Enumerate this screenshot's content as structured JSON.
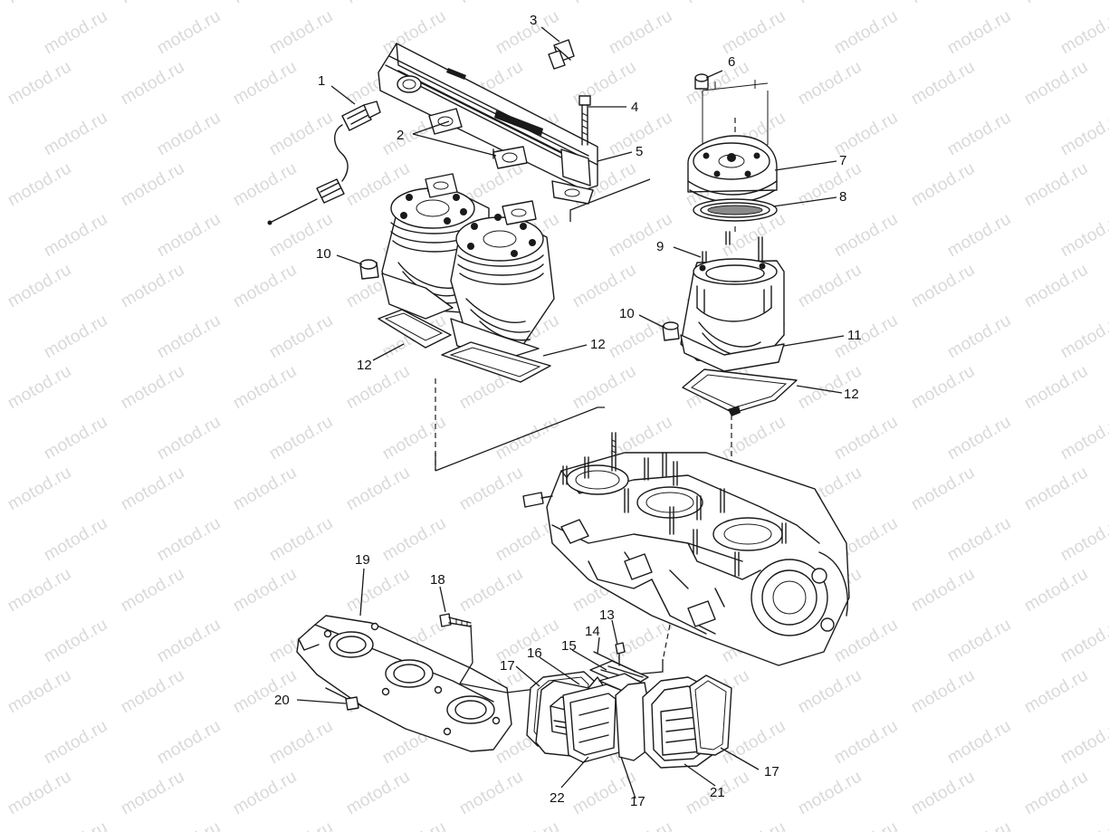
{
  "watermark": {
    "text": "motod.ru"
  },
  "diagram": {
    "callouts": {
      "c1": "1",
      "c2": "2",
      "c3": "3",
      "c4": "4",
      "c5": "5",
      "c6": "6",
      "c7": "7",
      "c8": "8",
      "c9": "9",
      "c10a": "10",
      "c10b": "10",
      "c11": "11",
      "c12a": "12",
      "c12b": "12",
      "c12c": "12",
      "c13": "13",
      "c14": "14",
      "c15": "15",
      "c16": "16",
      "c17a": "17",
      "c17b": "17",
      "c17c": "17",
      "c18": "18",
      "c19": "19",
      "c20": "20",
      "c21": "21",
      "c22": "22"
    },
    "parts": [
      "sensor",
      "gasket",
      "fitting",
      "bolt",
      "water-manifold",
      "nut",
      "cylinder-head",
      "head-o-ring",
      "stud",
      "cap-nut",
      "cylinder",
      "base-gasket",
      "screw",
      "reed-stop",
      "reed-petal",
      "reed-block",
      "intake-gasket",
      "bolt",
      "intake-manifold",
      "nut",
      "reed-valve-assembly",
      "reed-cage"
    ]
  },
  "colors": {
    "line": "#1a1a1a",
    "watermark": "#d9d9d9",
    "background": "#ffffff"
  }
}
